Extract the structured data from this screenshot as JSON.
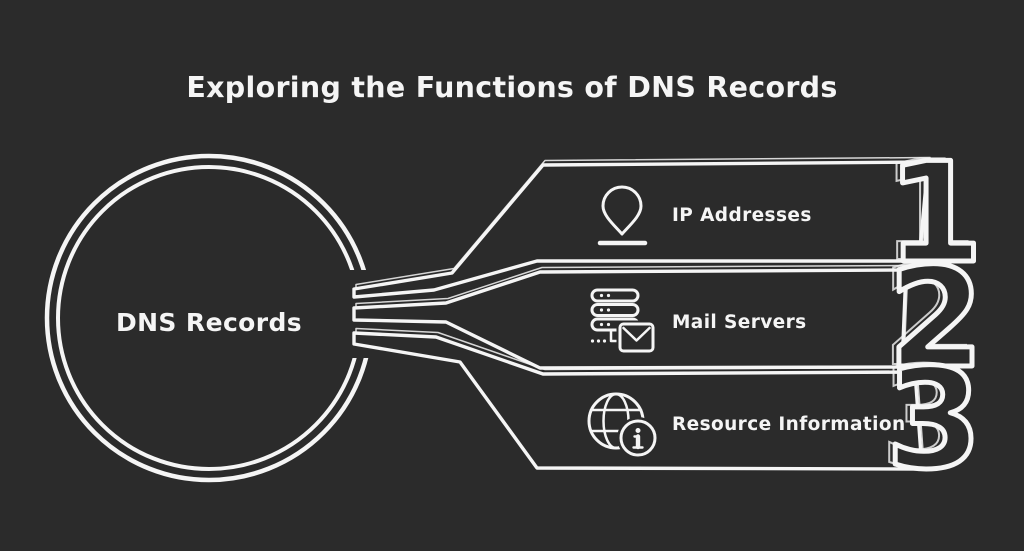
{
  "colors": {
    "background": "#2b2b2b",
    "stroke": "#f5f5f5",
    "text": "#f5f5f5"
  },
  "title": "Exploring the Functions of DNS Records",
  "hub": {
    "label": "DNS Records"
  },
  "branches": [
    {
      "number": "1",
      "label": "IP Addresses",
      "icon": "location-pin-icon"
    },
    {
      "number": "2",
      "label": "Mail Servers",
      "icon": "mail-server-icon"
    },
    {
      "number": "3",
      "label": "Resource Information",
      "icon": "globe-info-icon"
    }
  ]
}
